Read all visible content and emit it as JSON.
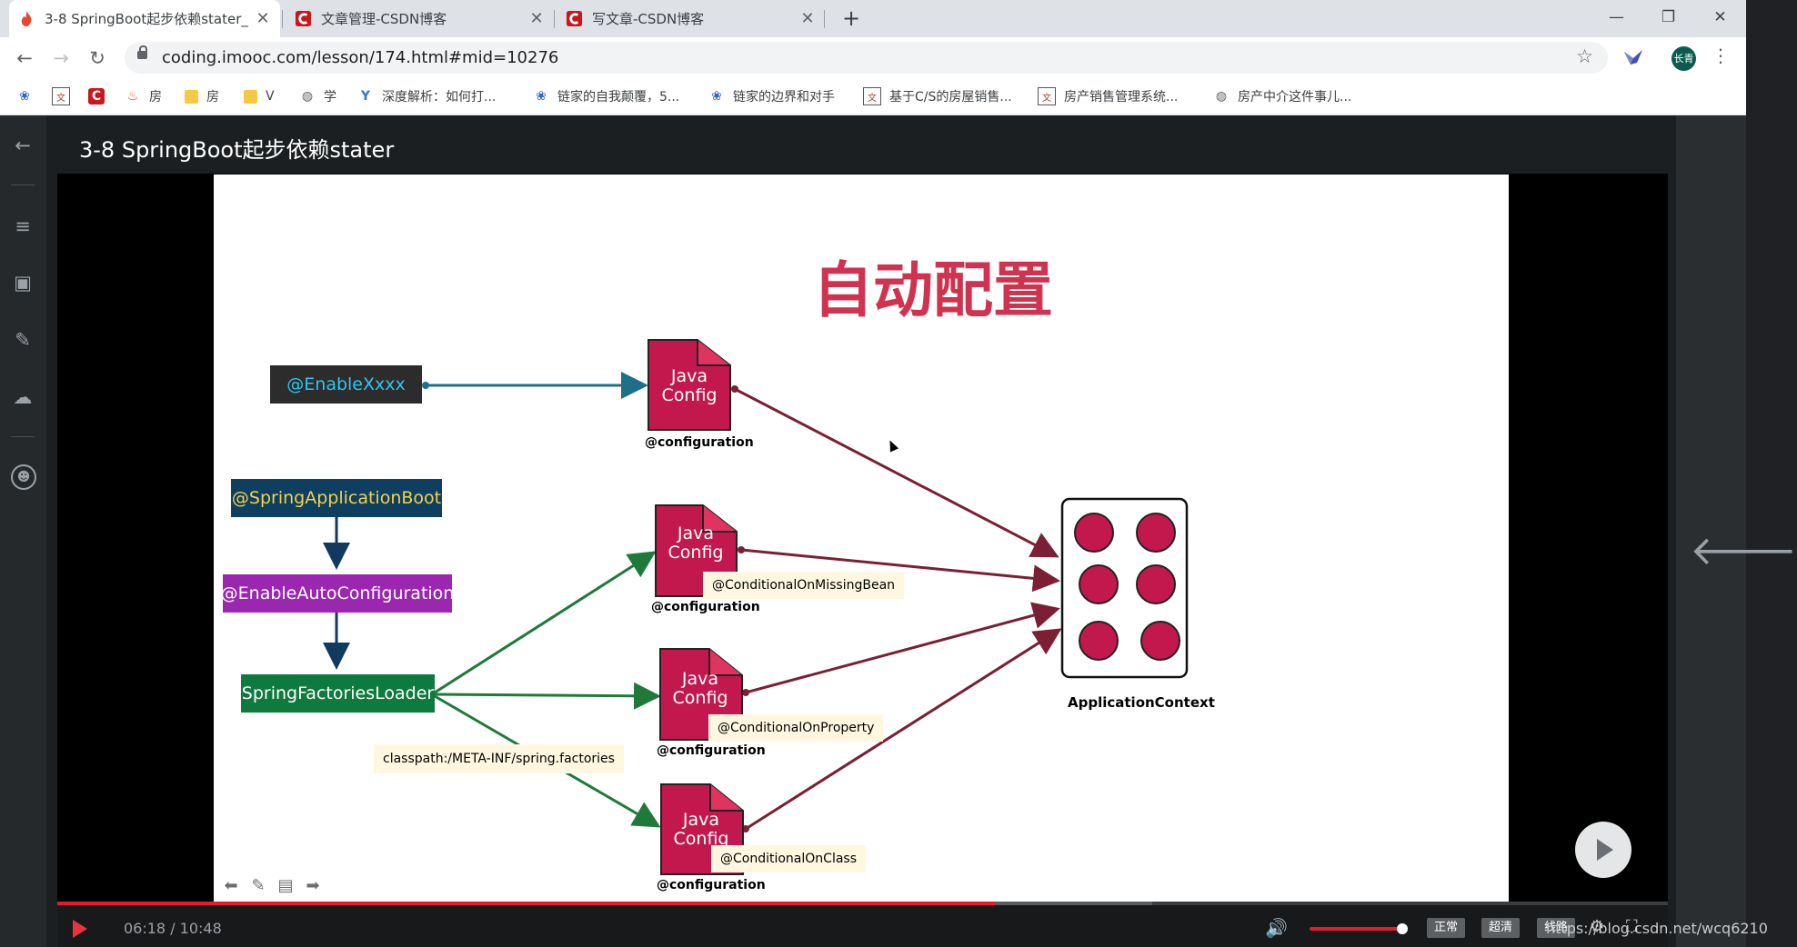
{
  "tabs": [
    {
      "title": "3-8 SpringBoot起步依赖stater_",
      "active": true,
      "icon": "flame-icon"
    },
    {
      "title": "文章管理-CSDN博客",
      "active": false,
      "icon": "csdn-icon"
    },
    {
      "title": "写文章-CSDN博客",
      "active": false,
      "icon": "csdn-icon"
    }
  ],
  "tab_close_glyph": "✕",
  "new_tab_glyph": "+",
  "window_controls": {
    "minimize": "—",
    "restore": "❐",
    "close": "✕"
  },
  "toolbar": {
    "url": "coding.imooc.com/lesson/174.html#mid=10276",
    "avatar_text": "长青"
  },
  "bookmarks": [
    {
      "label": "",
      "icon": "baidu-icon"
    },
    {
      "label": "",
      "icon": "bookmark-icon"
    },
    {
      "label": "",
      "icon": "csdn-icon"
    },
    {
      "label": "房",
      "icon": "flame-icon"
    },
    {
      "label": "房",
      "icon": "folder-icon"
    },
    {
      "label": "V",
      "icon": "folder-icon"
    },
    {
      "label": "学",
      "icon": "globe-icon"
    },
    {
      "label": "深度解析：如何打...",
      "icon": "y-icon"
    },
    {
      "label": "链家的自我颠覆，5...",
      "icon": "baidu-icon"
    },
    {
      "label": "链家的边界和对手",
      "icon": "baidu-icon"
    },
    {
      "label": "基于C/S的房屋销售...",
      "icon": "bookmark-icon"
    },
    {
      "label": "房产销售管理系统...",
      "icon": "bookmark-icon"
    },
    {
      "label": "房产中介这件事儿...",
      "icon": "globe-icon"
    }
  ],
  "lesson": {
    "title": "3-8 SpringBoot起步依赖stater"
  },
  "slide": {
    "title": "自动配置",
    "enable_xxxx": "@EnableXxxx",
    "spring_application_boot": "@SpringApplicationBoot",
    "enable_auto_configuration": "@EnableAutoConfiguration",
    "spring_factories_loader": "SpringFactoriesLoader",
    "classpath_note": "classpath:/META-INF/spring.factories",
    "java_config_line1": "Java",
    "java_config_line2": "Config",
    "configuration_label": "@configuration",
    "conditions": [
      "@ConditionalOnMissingBean",
      "@ConditionalOnProperty",
      "@ConditionalOnClass"
    ],
    "app_context_label": "ApplicationContext",
    "colors": {
      "title": "#d0334f",
      "doc": "#c2184e",
      "red_arrow": "#7a1f34",
      "green_arrow": "#1f7a3a",
      "teal_arrow": "#1f6f8b"
    }
  },
  "player": {
    "current_time": "06:18",
    "total_time": "10:48",
    "time_display": "06:18 / 10:48",
    "progress_fraction": 0.583,
    "buffered_fraction": 0.58,
    "volume_fraction": 0.82,
    "quality_buttons": [
      "正常",
      "超清",
      "线路"
    ],
    "watermark": "https://blog.csdn.net/wcq6210"
  }
}
